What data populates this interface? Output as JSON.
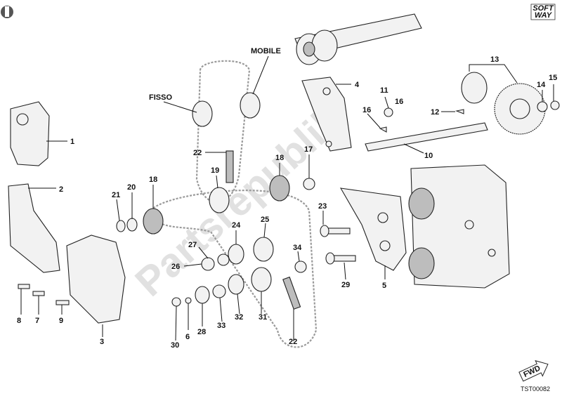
{
  "callouts": [
    "1",
    "2",
    "3",
    "4",
    "5",
    "6",
    "7",
    "8",
    "9",
    "10",
    "11",
    "12",
    "13",
    "14",
    "15",
    "16",
    "16",
    "17",
    "18",
    "18",
    "19",
    "20",
    "21",
    "22",
    "22",
    "23",
    "24",
    "25",
    "26",
    "27",
    "28",
    "29",
    "30",
    "31",
    "32",
    "33",
    "34"
  ],
  "words": {
    "fisso": "FISSO",
    "mobile": "MOBILE"
  },
  "brand": {
    "line1": "SOFT",
    "line2": "WAY"
  },
  "footer": {
    "code": "TST00082",
    "fwd": "FWD"
  },
  "watermark": "Partsrepublik",
  "colors": {
    "line": "#222222",
    "belt": "#9a9a9a",
    "watermark": "#c9c9c9"
  }
}
